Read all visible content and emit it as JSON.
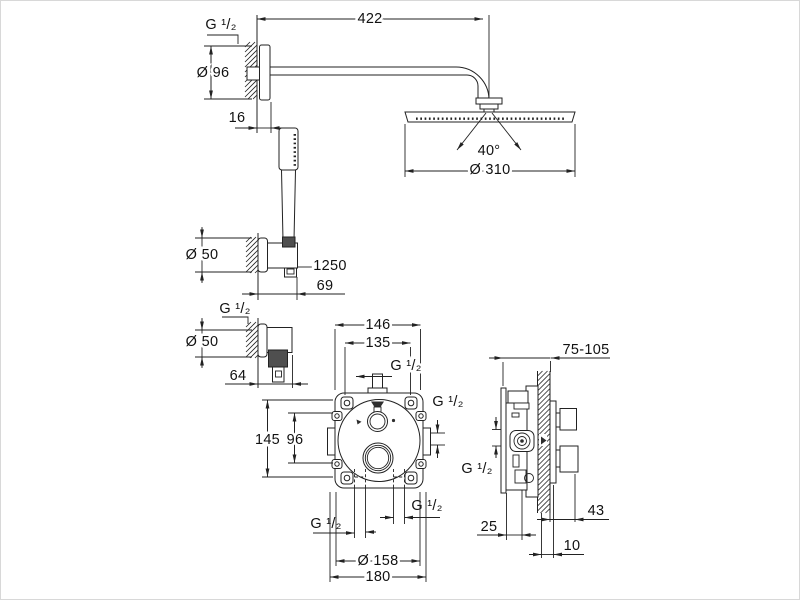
{
  "drawing": {
    "shower_arm": {
      "thread": "G ¹/₂",
      "flange_diameter": "Ø 96",
      "arm_length": "422",
      "flange_depth": "16"
    },
    "head_shower": {
      "spray_angle": "40°",
      "head_diameter": "Ø 310"
    },
    "hand_shower": {
      "holder_diameter": "Ø 50",
      "hose_length": "1250",
      "holder_depth": "69"
    },
    "wall_elbow": {
      "thread": "G ¹/₂",
      "flange_diameter": "Ø 50",
      "depth": "64"
    },
    "valve_front": {
      "width_outer": "146",
      "width_inner": "135",
      "thread_top": "G ¹/₂",
      "thread_side": "G ¹/₂",
      "height_outer": "145",
      "height_inner": "96",
      "thread_bottom_left": "G ¹/₂",
      "thread_bottom_right": "G ¹/₂",
      "trim_diameter": "Ø 158",
      "trim_width": "180"
    },
    "valve_side": {
      "install_depth_range": "75-105",
      "thread": "G ¹/₂",
      "housing_depth": "25",
      "wall_clearance": "10",
      "handle_projection": "43"
    }
  },
  "colors": {
    "line": "#222222",
    "background": "#ffffff",
    "dark_fill": "#2e2e2e"
  }
}
